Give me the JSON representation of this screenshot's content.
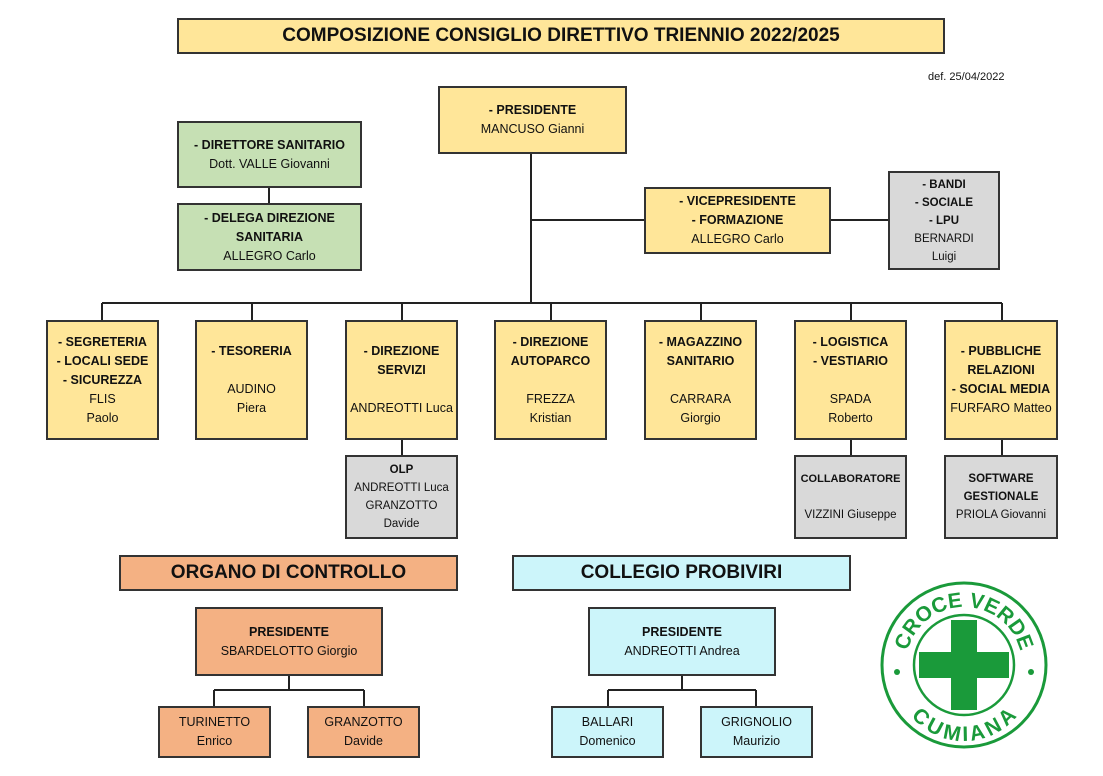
{
  "title": "COMPOSIZIONE CONSIGLIO DIRETTIVO TRIENNIO 2022/2025",
  "date": "def. 25/04/2022",
  "presidente": {
    "role": "- PRESIDENTE",
    "name": "MANCUSO Gianni"
  },
  "direttore_sanitario": {
    "role": "- DIRETTORE SANITARIO",
    "name": "Dott. VALLE Giovanni"
  },
  "delega_direzione": {
    "role1": "- DELEGA DIREZIONE",
    "role2": "SANITARIA",
    "name": "ALLEGRO Carlo"
  },
  "vicepresidente": {
    "role1": "- VICEPRESIDENTE",
    "role2": "- FORMAZIONE",
    "name": "ALLEGRO Carlo"
  },
  "bandi": {
    "role1": "- BANDI",
    "role2": "- SOCIALE",
    "role3": "- LPU",
    "name1": "BERNARDI",
    "name2": "Luigi"
  },
  "segreteria": {
    "role1": "- SEGRETERIA",
    "role2": "- LOCALI SEDE",
    "role3": "- SICUREZZA",
    "name1": "FLIS",
    "name2": "Paolo"
  },
  "tesoreria": {
    "role": "- TESORERIA",
    "name1": "AUDINO",
    "name2": "Piera"
  },
  "direzione_servizi": {
    "role1": "- DIREZIONE",
    "role2": "SERVIZI",
    "name": "ANDREOTTI Luca"
  },
  "direzione_autoparco": {
    "role1": "- DIREZIONE",
    "role2": "AUTOPARCO",
    "name1": "FREZZA",
    "name2": "Kristian"
  },
  "magazzino": {
    "role1": "- MAGAZZINO",
    "role2": "SANITARIO",
    "name1": "CARRARA",
    "name2": "Giorgio"
  },
  "logistica": {
    "role1": "- LOGISTICA",
    "role2": "- VESTIARIO",
    "name1": "SPADA",
    "name2": "Roberto"
  },
  "pubbliche": {
    "role1": "- PUBBLICHE",
    "role2": "RELAZIONI",
    "role3": "- SOCIAL MEDIA",
    "name": "FURFARO Matteo"
  },
  "olp": {
    "role": "OLP",
    "name1": "ANDREOTTI Luca",
    "name2": "GRANZOTTO",
    "name3": "Davide"
  },
  "collaboratore": {
    "role": "COLLABORATORE",
    "name": "VIZZINI Giuseppe"
  },
  "software": {
    "role1": "SOFTWARE",
    "role2": "GESTIONALE",
    "name": "PRIOLA Giovanni"
  },
  "organo": {
    "title": "ORGANO DI CONTROLLO",
    "presidente_role": "PRESIDENTE",
    "presidente_name": "SBARDELOTTO Giorgio",
    "member1_name1": "TURINETTO",
    "member1_name2": "Enrico",
    "member2_name1": "GRANZOTTO",
    "member2_name2": "Davide"
  },
  "collegio": {
    "title": "COLLEGIO PROBIVIRI",
    "presidente_role": "PRESIDENTE",
    "presidente_name": "ANDREOTTI Andrea",
    "member1_name1": "BALLARI",
    "member1_name2": "Domenico",
    "member2_name1": "GRIGNOLIO",
    "member2_name2": "Maurizio"
  },
  "logo": {
    "top_text": "CROCE VERDE",
    "bottom_text": "CUMIANA",
    "color": "#1a9a3a"
  }
}
